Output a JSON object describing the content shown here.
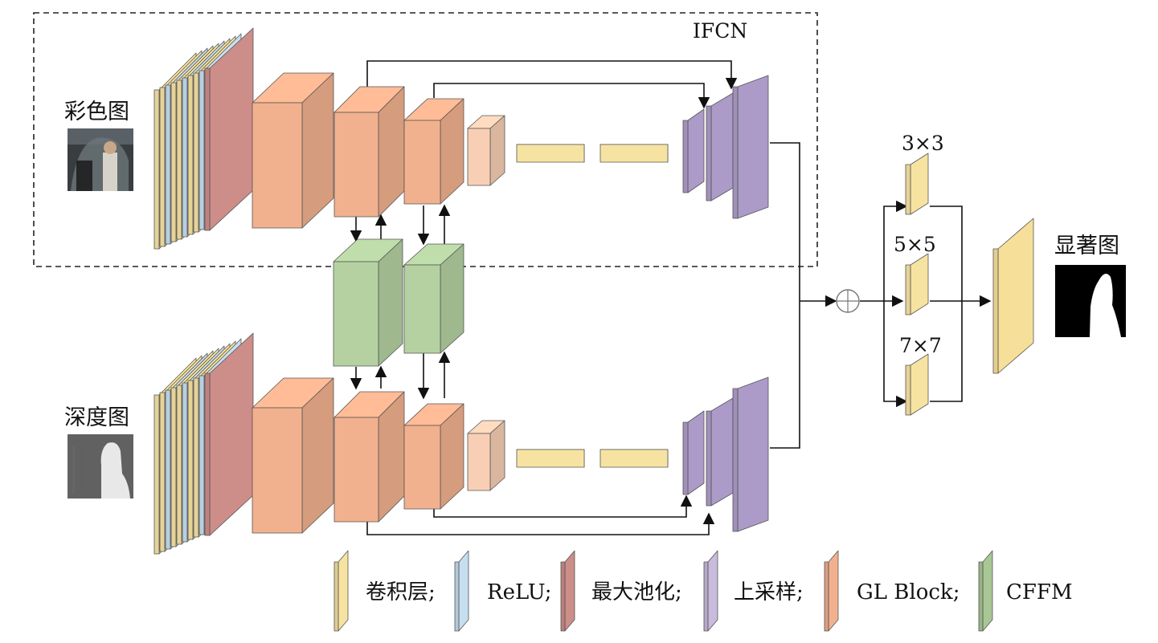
{
  "labels": {
    "ifcn": "IFCN",
    "rgb_input": "彩色图",
    "depth_input": "深度图",
    "saliency_output": "显著图",
    "kernel_3": "3×3",
    "kernel_5": "5×5",
    "kernel_7": "7×7"
  },
  "legend": [
    {
      "key": "conv",
      "label": "卷积层;",
      "color": "#f7e3a1"
    },
    {
      "key": "relu",
      "label": "ReLU;",
      "color": "#c6dff0"
    },
    {
      "key": "pool",
      "label": "最大池化;",
      "color": "#cd8d89"
    },
    {
      "key": "up",
      "label": "上采样;",
      "color": "#c9bbdc"
    },
    {
      "key": "gl",
      "label": "GL Block;",
      "color": "#f2b18e"
    },
    {
      "key": "cffm",
      "label": "CFFM",
      "color": "#a9c794"
    }
  ],
  "colors": {
    "conv": "#f7e3a1",
    "relu": "#c6dff0",
    "pool": "#cd8d89",
    "gl": "#f2b18e",
    "gl_light": "#f8cfb5",
    "cffm": "#b5d1a1",
    "up": "#ac9bc8",
    "out": "#f6df98"
  }
}
